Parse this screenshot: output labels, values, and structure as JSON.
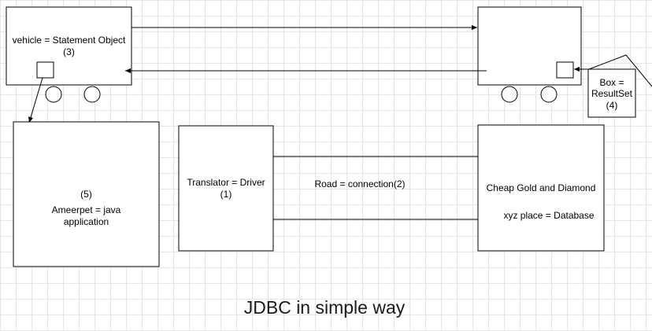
{
  "title": "JDBC in simple way",
  "labels": {
    "vehicle": "vehicle = Statement Object",
    "vehicle_num": "(3)",
    "box": "Box =",
    "box2": "ResultSet",
    "box_num": "(4)",
    "java_num": "(5)",
    "java": "Ameerpet = java",
    "java2": "application",
    "driver": "Translator = Driver",
    "driver_num": "(1)",
    "road": "Road = connection(2)",
    "db": "Cheap Gold and Diamond",
    "db2": "xyz place = Database"
  },
  "colors": {
    "stroke": "#000000",
    "grid": "#e6e6e6"
  }
}
